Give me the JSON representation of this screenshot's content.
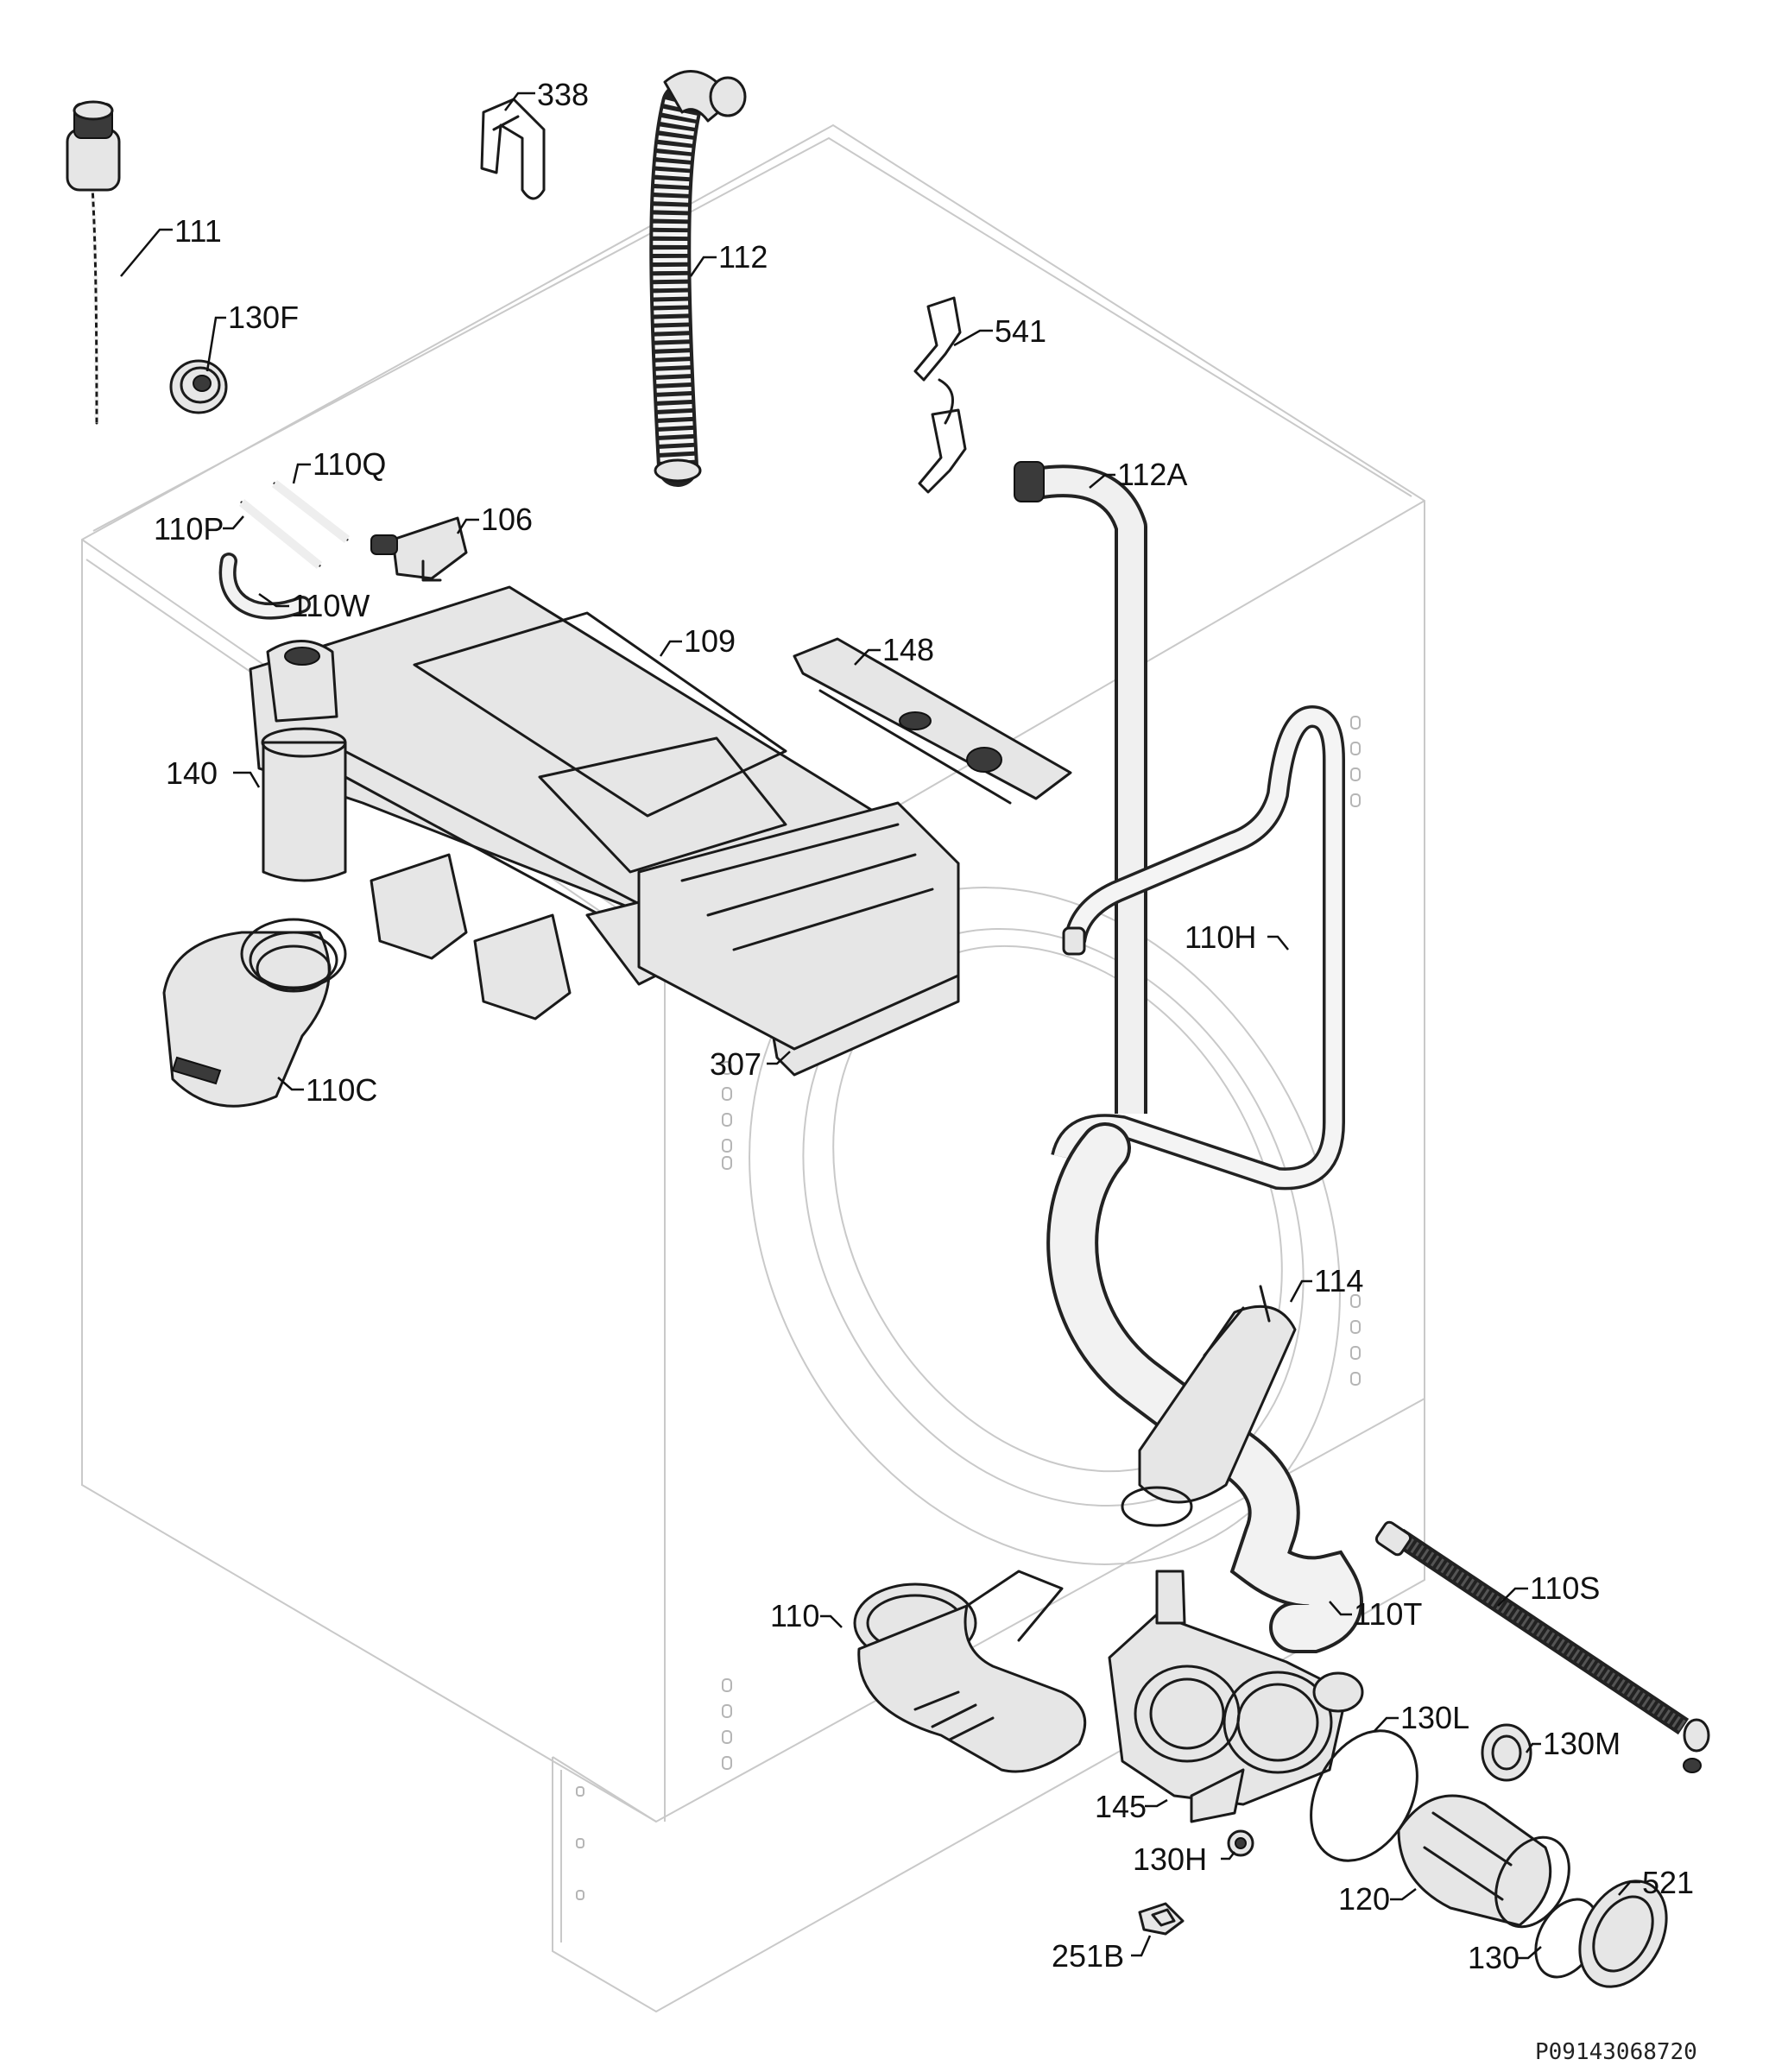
{
  "diagram": {
    "labels": {
      "p111": "111",
      "p338": "338",
      "p112": "112",
      "p130F": "130F",
      "p541": "541",
      "p110Q": "110Q",
      "p110P": "110P",
      "p106": "106",
      "p112A": "112A",
      "p110W": "110W",
      "p109": "109",
      "p148": "148",
      "p140": "140",
      "p110H": "110H",
      "p307": "307",
      "p110C": "110C",
      "p114": "114",
      "p110S": "110S",
      "p110": "110",
      "p110T": "110T",
      "p130L": "130L",
      "p130M": "130M",
      "p145": "145",
      "p130H": "130H",
      "p120": "120",
      "p521": "521",
      "p130": "130",
      "p251B": "251B"
    },
    "drawing_code": "P09143068720"
  }
}
